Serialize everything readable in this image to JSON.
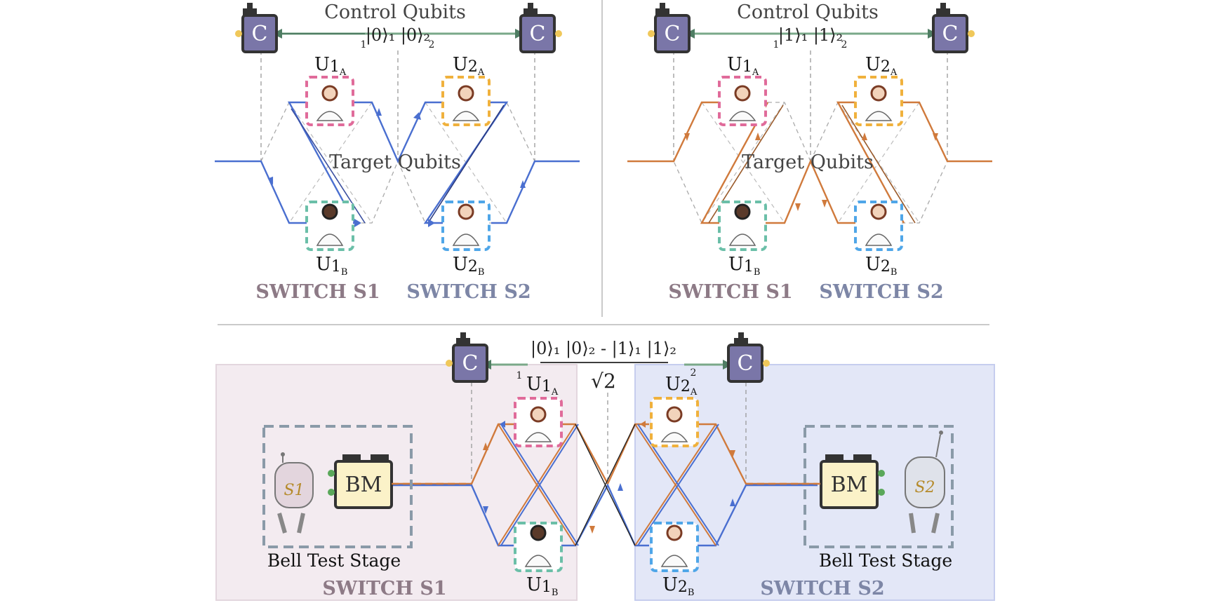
{
  "colors": {
    "blue_path": "#4a6fd0",
    "orange_path": "#d07a3c",
    "green_control": "#7aa889",
    "box_pink": "#e06b9a",
    "box_orange": "#f0b13c",
    "box_teal": "#6bbfa8",
    "box_blue": "#4fa6e8",
    "bg_left": "#f3ebf0",
    "bg_right": "#e3e7f7",
    "bm_fill": "#fbf2c8",
    "c_fill": "#7a76a8",
    "stage_border": "#8a9aa8",
    "switch1": "#8d7a86",
    "switch2": "#7d86a6"
  },
  "panels": [
    {
      "control_title": "Control Qubits",
      "control_state": "|0⟩₁ |0⟩₂",
      "left_index": "1",
      "right_index": "2",
      "target_label": "Target Qubits",
      "path_color": "blue",
      "u_labels": {
        "a1": "U",
        "a1_sub": "1",
        "a1_subsub": "A",
        "a2": "U",
        "a2_sub": "2",
        "a2_subsub": "A",
        "b1": "U",
        "b1_sub": "1",
        "b1_subsub": "B",
        "b2": "U",
        "b2_sub": "2",
        "b2_subsub": "B"
      },
      "switch1": "SWITCH S1",
      "switch2": "SWITCH S2"
    },
    {
      "control_title": "Control Qubits",
      "control_state": "|1⟩₁ |1⟩₂",
      "left_index": "1",
      "right_index": "2",
      "target_label": "Target Qubits",
      "path_color": "orange",
      "u_labels": {
        "a1": "U",
        "a1_sub": "1",
        "a1_subsub": "A",
        "a2": "U",
        "a2_sub": "2",
        "a2_subsub": "A",
        "b1": "U",
        "b1_sub": "1",
        "b1_subsub": "B",
        "b2": "U",
        "b2_sub": "2",
        "b2_subsub": "B"
      },
      "switch1": "SWITCH S1",
      "switch2": "SWITCH S2"
    }
  ],
  "bottom": {
    "state_numerator": "|0⟩₁ |0⟩₂ - |1⟩₁ |1⟩₂",
    "state_denominator": "√2",
    "left_index": "1",
    "right_index": "2",
    "control_letter": "C",
    "bm_label": "BM",
    "stage_label_left": "Bell Test Stage",
    "stage_label_right": "Bell Test Stage",
    "robot_left": "S1",
    "robot_right": "S2",
    "switch1": "SWITCH S1",
    "switch2": "SWITCH S2",
    "u_labels": {
      "a1": "U",
      "a1_sub": "1",
      "a1_subsub": "A",
      "a2": "U",
      "a2_sub": "2",
      "a2_subsub": "A",
      "b1": "U",
      "b1_sub": "1",
      "b1_subsub": "B",
      "b2": "U",
      "b2_sub": "2",
      "b2_subsub": "B"
    }
  },
  "control_letter": "C"
}
